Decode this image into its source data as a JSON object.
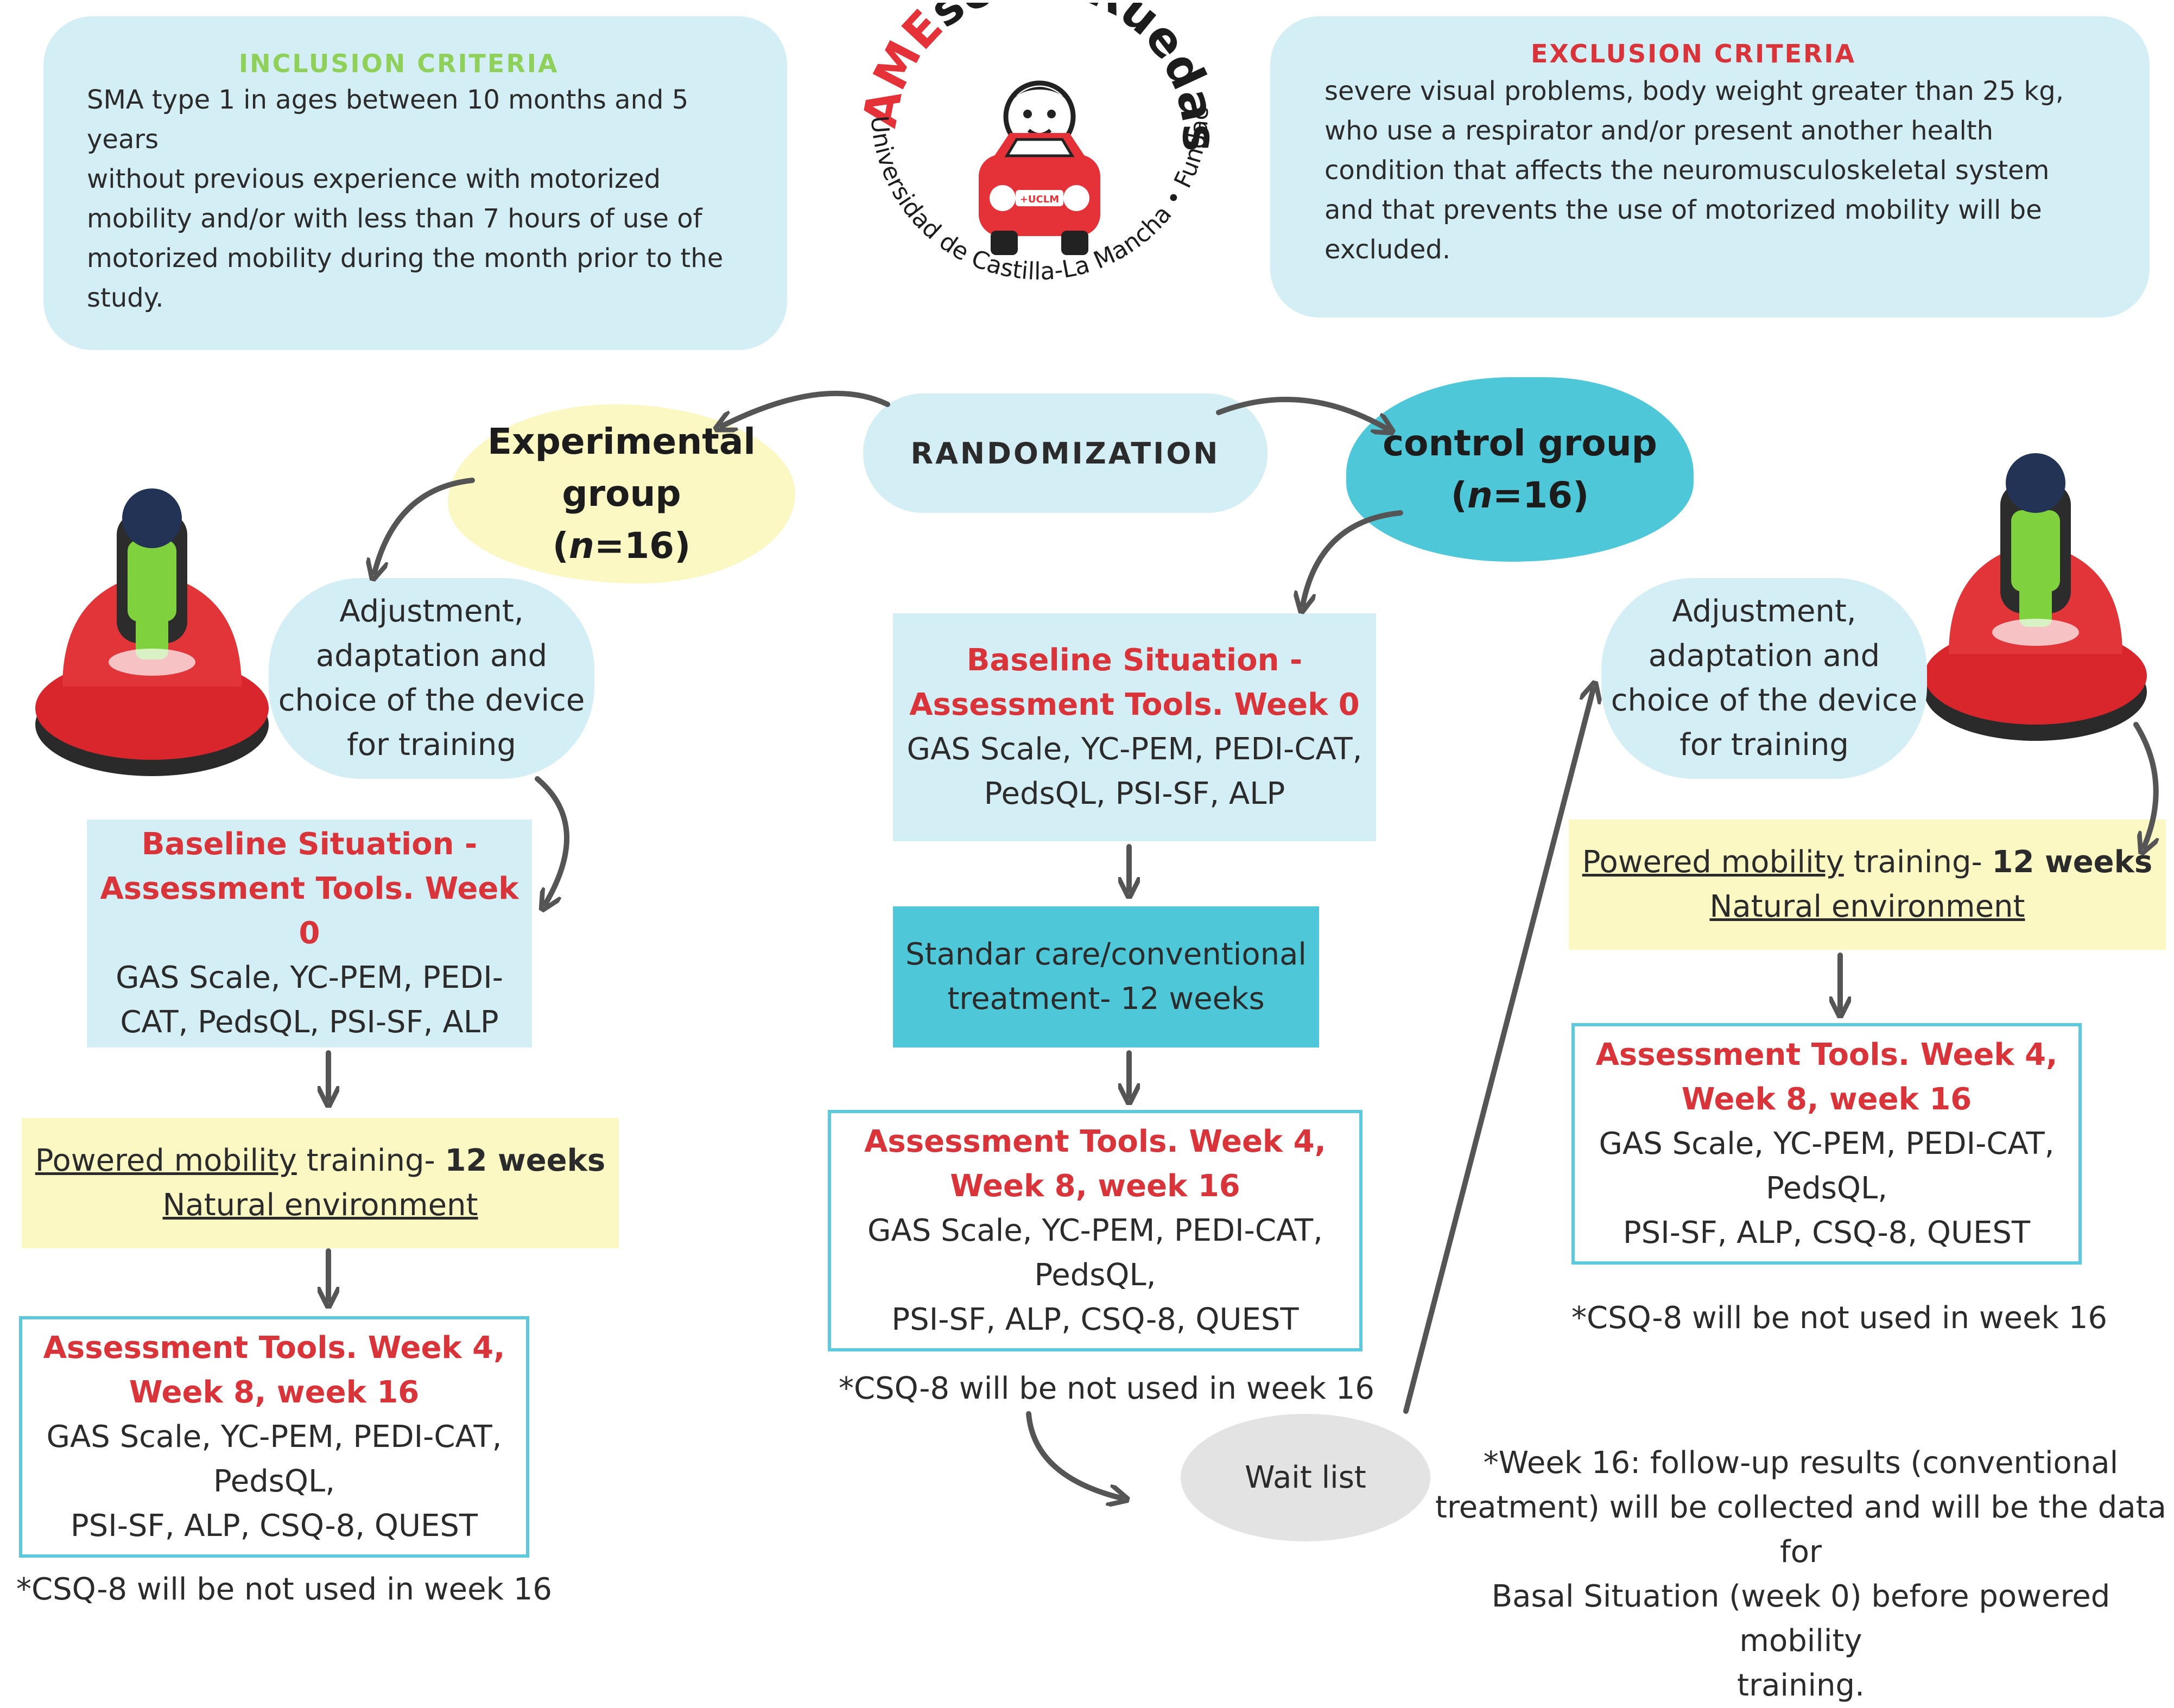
{
  "inclusion": {
    "title": "INCLUSION CRITERIA",
    "lines": [
      "SMA type 1 in ages between 10 months and 5",
      "years",
      "without previous experience with motorized",
      "mobility and/or with less than 7 hours of use of",
      "motorized mobility during the month prior to the",
      "study."
    ]
  },
  "exclusion": {
    "title": "EXCLUSION CRITERIA",
    "lines": [
      "severe visual problems, body weight greater than 25 kg,",
      "who use a respirator and/or present another health",
      "condition that affects the neuromusculoskeletal system",
      "and that prevents the use of motorized mobility will be",
      "excluded."
    ]
  },
  "logo": {
    "arc_top_red": "AME",
    "arc_top_black": "sobreRuedas",
    "arc_bottom": "Universidad de Castilla-La Mancha • Fundación Alicia Koplowitz",
    "plate": "+UCLM"
  },
  "randomization": "RANDOMIZATION",
  "experimental_group": {
    "line1": "Experimental",
    "line2": "group",
    "n_var": "n",
    "n_rest": "=16"
  },
  "control_group": {
    "line1": "control group",
    "n_var": "n",
    "n_rest": "=16"
  },
  "adjustment": [
    "Adjustment,",
    "adaptation and",
    "choice of the device",
    "for training"
  ],
  "baseline": {
    "title1": "Baseline Situation -",
    "title2": "Assessment Tools. Week 0",
    "tools_left": [
      "GAS Scale, YC-PEM, PEDI-",
      "CAT, PedsQL, PSI-SF, ALP"
    ],
    "tools_center": [
      "GAS Scale, YC-PEM, PEDI-CAT,",
      "PedsQL, PSI-SF, ALP"
    ]
  },
  "training": {
    "link": "Powered mobility",
    "middle": " training- ",
    "weeks": "12 weeks",
    "env": "Natural environment"
  },
  "assessment": {
    "title1": "Assessment Tools. Week 4,",
    "title2": "Week 8, week 16",
    "center_title1": "Assessment Tools. Week 4,",
    "center_title2": "Week 8, week 16",
    "tools": [
      "GAS Scale, YC-PEM, PEDI-CAT,",
      "PedsQL,",
      "PSI-SF, ALP, CSQ-8, QUEST"
    ]
  },
  "standard_care": [
    "Standar care/conventional",
    "treatment- 12 weeks"
  ],
  "csq_note": "*CSQ-8 will be not used in week 16",
  "wait_list": "Wait list",
  "week16_note": [
    "*Week 16: follow-up results (conventional",
    "treatment) will be collected and will be the data for",
    "Basal Situation (week 0) before powered mobility",
    "training."
  ],
  "colors": {
    "light_blue": "#d3eef4",
    "yellow": "#fbf8c4",
    "cyan": "#4ec8d9",
    "outline": "#5cc9dc",
    "red": "#d9343a",
    "green_title": "#8fd05a"
  }
}
